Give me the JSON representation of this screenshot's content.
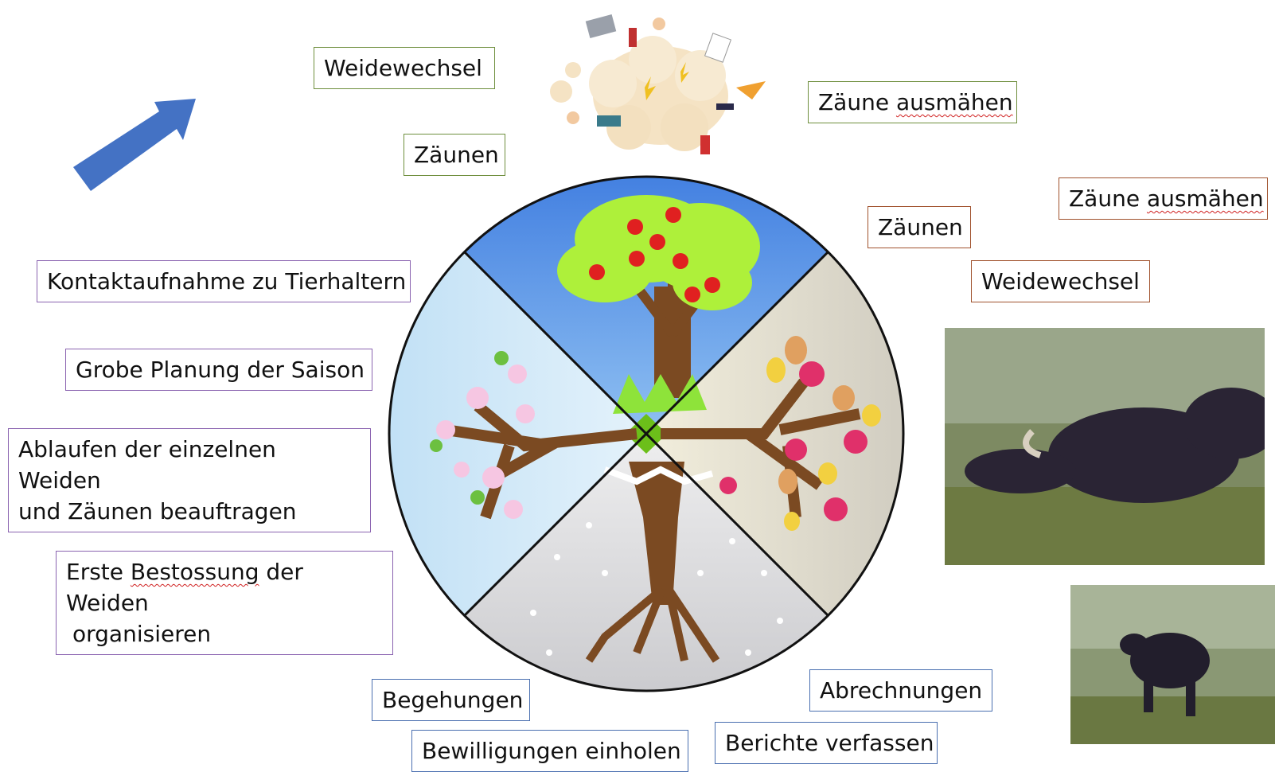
{
  "labels": {
    "summer": {
      "weidewechsel": "Weidewechsel",
      "zaeunen": "Zäunen",
      "zaeune_ausmaehen": "Zäune ausmähen"
    },
    "autumn": {
      "zaeunen": "Zäunen",
      "zaeune_ausmaehen": "Zäune ausmähen",
      "weidewechsel": "Weidewechsel"
    },
    "spring": {
      "kontakt": "Kontaktaufnahme zu Tierhaltern",
      "planung": "Grobe Planung der Saison",
      "ablaufen_1": "Ablaufen der einzelnen Weiden",
      "ablaufen_2": "und Zäunen beauftragen",
      "bestossung_1a": "Erste ",
      "bestossung_1b": "Bestossung",
      "bestossung_1c": " der Weiden",
      "bestossung_2": "organisieren"
    },
    "winter": {
      "begehungen": "Begehungen",
      "bewilligungen": "Bewilligungen einholen",
      "abrechnungen": "Abrechnungen",
      "berichte": "Berichte verfassen"
    }
  },
  "colors": {
    "summer_sky": "#3b78e0",
    "spring_sky": "#bfe0f5",
    "autumn_bg": "#d8d4c8",
    "winter_bg": "#cfcfd2",
    "trunk": "#7b4a22",
    "arrow": "#4472c4"
  },
  "icons": {
    "arrow": "up-right-arrow-icon",
    "chaos": "chaos-cloud-illustration",
    "wheel": "season-wheel"
  }
}
